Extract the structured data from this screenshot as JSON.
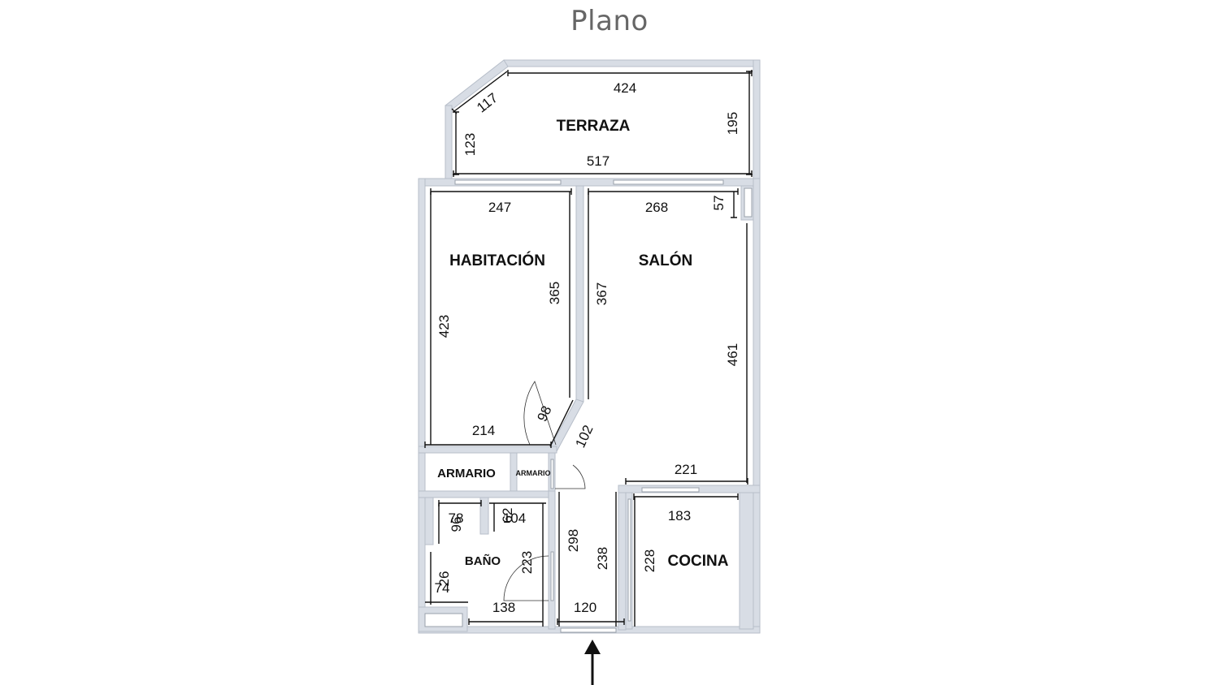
{
  "title": "Plano",
  "rooms": {
    "terraza": "TERRAZA",
    "habitacion": "HABITACIÓN",
    "salon": "SALÓN",
    "armario1": "ARMARIO",
    "armario2": "ARMARIO",
    "bano": "BAÑO",
    "cocina": "COCINA"
  },
  "dims": {
    "t424": "424",
    "t117": "117",
    "t123": "123",
    "t195": "195",
    "t517": "517",
    "h247": "247",
    "s268": "268",
    "s57": "57",
    "h423": "423",
    "h365": "365",
    "s367": "367",
    "s461": "461",
    "h214": "214",
    "d98": "98",
    "d102": "102",
    "s221": "221",
    "b78": "78",
    "b96": "96",
    "b62": "62",
    "b104": "104",
    "b223": "223",
    "c298": "298",
    "c238": "238",
    "k183": "183",
    "k228": "228",
    "b26": "26",
    "b74": "74",
    "b138": "138",
    "c120": "120"
  },
  "colors": {
    "wall": "#d8dde5",
    "title": "#666666",
    "text": "#111111"
  }
}
